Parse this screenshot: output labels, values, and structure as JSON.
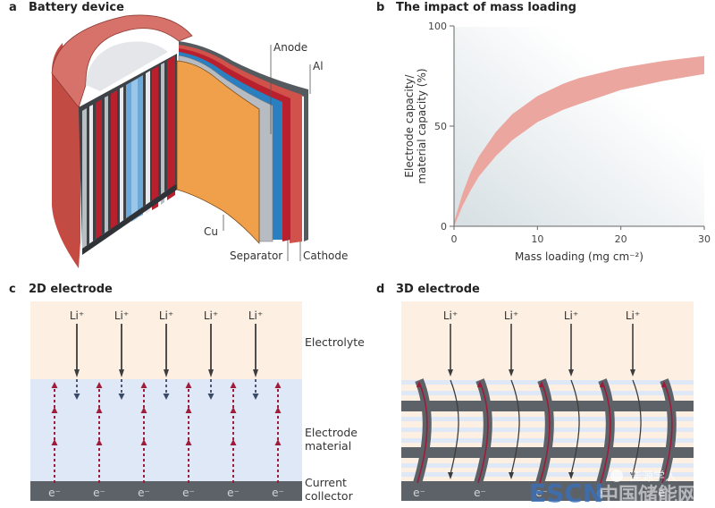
{
  "panels": {
    "a": {
      "letter": "a",
      "title": "Battery device",
      "labels": {
        "anode": "Anode",
        "al": "Al",
        "cu": "Cu",
        "separator": "Separator",
        "cathode": "Cathode"
      }
    },
    "b": {
      "letter": "b",
      "title": "The impact of mass loading"
    },
    "c": {
      "letter": "c",
      "title": "2D electrode",
      "li_label": "Li⁺",
      "e_label": "e⁻",
      "layers": {
        "electrolyte": "Electrolyte",
        "electrode_1": "Electrode",
        "electrode_2": "material",
        "collector_1": "Current",
        "collector_2": "collector"
      },
      "li_count": 5,
      "e_count": 6
    },
    "d": {
      "letter": "d",
      "title": "3D electrode",
      "li_label": "Li⁺",
      "e_label": "e⁻",
      "li_count": 4,
      "e_count": 5
    },
    "watermark": {
      "brand": "ESCN",
      "text_cn": "中国储能网",
      "wechat": "能源学人"
    }
  },
  "colors": {
    "casing": "#c9524a",
    "casing_top": "#d9736a",
    "cu": "#f0a04b",
    "separator": "#b7bcc2",
    "anode": "#2a7fc0",
    "cathode_dark": "#b8202e",
    "cathode": "#d0524a",
    "al": "#555a5f",
    "band": "#eba69f",
    "electrolyte": "#fdf0e3",
    "electrode": "#dfe8f6",
    "collector": "#5d6268",
    "e_arrow": "#9e1c3a",
    "li_arrow": "#3d3d3d"
  },
  "chart_data": {
    "type": "area",
    "title": "The impact of mass loading",
    "xlabel": "Mass loading (mg cm⁻²)",
    "ylabel": "Electrode capacity/ material capacity (%)",
    "ylabel_line1": "Electrode capacity/",
    "ylabel_line2": "material capacity (%)",
    "xlim": [
      0,
      30
    ],
    "ylim": [
      0,
      100
    ],
    "xticks": [
      0,
      10,
      20,
      30
    ],
    "yticks": [
      0,
      50,
      100
    ],
    "grid": false,
    "x": [
      0,
      1,
      2,
      3,
      5,
      7,
      10,
      13,
      15,
      20,
      25,
      30
    ],
    "series": [
      {
        "name": "upper bound",
        "values": [
          2,
          16,
          27,
          35,
          47,
          56,
          65,
          71,
          74,
          79,
          82.5,
          85
        ]
      },
      {
        "name": "lower bound",
        "values": [
          0,
          10,
          18,
          25,
          35,
          43,
          52,
          58,
          61,
          68,
          72.5,
          76
        ]
      }
    ]
  }
}
